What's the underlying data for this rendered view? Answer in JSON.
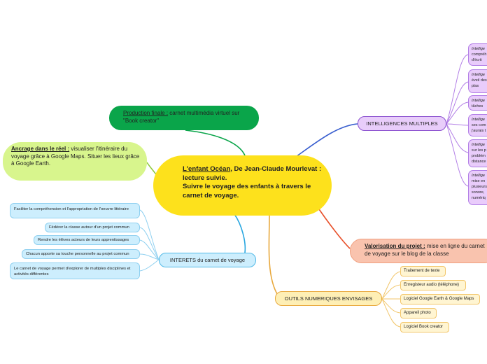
{
  "central": {
    "title_underlined": "L'enfant Océan",
    "title_rest": ", De Jean-Claude Mourlevat : lecture suivie.",
    "subtitle": "Suivre le voyage des enfants à travers le carnet de voyage."
  },
  "production": {
    "label": "Production finale :",
    "text": " carnet multimédia virtuel sur \"Book creator\""
  },
  "ancrage": {
    "label": "Ancrage dans le réel :",
    "text": " visualiser l'itinéraire du voyage grâce à Google Maps. Situer les lieux grâce à Google Earth."
  },
  "intelligences": {
    "label": "INTELLIGENCES MULTIPLES",
    "items": [
      {
        "head": "Intellige",
        "body": "compréh d'écrit"
      },
      {
        "head": "Intellige",
        "body": "éveil des arts plas"
      },
      {
        "head": "Intellige",
        "body": "tâches"
      },
      {
        "head": "Intellige",
        "body": "ses com j'aurais t"
      },
      {
        "head": "Intellige",
        "body": "sur les p problém distance"
      },
      {
        "head": "Intellige",
        "body": "mise en plusieurs sonore, numériq"
      }
    ]
  },
  "valorisation": {
    "label": "Valorisation du projet :",
    "text": " mise en ligne du carnet de voyage sur le blog de la classe"
  },
  "interets": {
    "label": "INTERETS du carnet de voyage",
    "items": [
      "Faciliter la compréhension et l'appropriation de l'oeuvre littéraire",
      "Fédérer la classe autour d'un projet commun",
      "Rendre les élèves acteurs de leurs apprentissages",
      "Chacun apporte sa touche personnelle au projet commun",
      "Le carnet de voyage permet d'explorer de multiples disciplines et activités différentes"
    ]
  },
  "outils": {
    "label": "OUTILS NUMERIQUES ENVISAGES",
    "items": [
      "Traitement de texte",
      "Enregisteur audio (téléphone)",
      "Logiciel Google Earth & Google Maps",
      "Appareil photo",
      "Logiciel Book creator"
    ]
  },
  "colors": {
    "central": "#fde11c",
    "production": "#0aa54a",
    "ancrage": "#d8f58d",
    "intelligences": "#8a4fcf",
    "valorisation": "#f9c3ae",
    "interets": "#4fb8e6",
    "outils": "#e8a83c"
  }
}
